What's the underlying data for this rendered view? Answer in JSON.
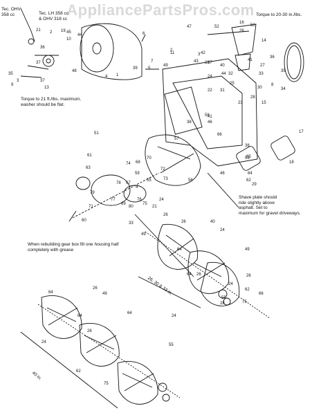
{
  "watermark": "AppliancePartsPros.com",
  "notes": {
    "tec_ohv": "Tec. OHV\n358 cc",
    "tec_lh": "Tec. LH 358 cc\n& OHV 318 cc",
    "torque_top": "Torque to 20-30 in./lbs.",
    "torque_21": "Torque to 21 ft./lbs. maximum,\nwasher should be flat.",
    "shave_plate": "Shave plate should\nride slightly above\nasphalt. Set to\nmaximum for gravel driveways.",
    "rebuild": "When rebuilding gear box fill one housing half\ncompletely with grease",
    "size_26_30": "26, 30 & 33 in.",
    "size_40": "40 in."
  },
  "callouts": [
    "21",
    "2",
    "19",
    "10",
    "36",
    "37",
    "35",
    "48",
    "3",
    "37",
    "13",
    "9",
    "45",
    "44",
    "4",
    "6",
    "39",
    "1",
    "2",
    "3",
    "37",
    "14",
    "50",
    "52",
    "26",
    "47",
    "43",
    "11",
    "42",
    "21",
    "40",
    "41",
    "44",
    "7",
    "5",
    "49",
    "38",
    "41",
    "38",
    "17",
    "46",
    "18",
    "53",
    "46",
    "34",
    "27",
    "36",
    "35",
    "30",
    "16",
    "8",
    "15",
    "23",
    "22",
    "25",
    "28",
    "31",
    "24",
    "33",
    "32",
    "29",
    "66",
    "64",
    "65",
    "62",
    "57",
    "58",
    "56",
    "55",
    "59",
    "73",
    "72",
    "70",
    "74",
    "63",
    "61",
    "51",
    "60",
    "78",
    "79",
    "77",
    "71",
    "69",
    "80",
    "76",
    "67",
    "68",
    "75",
    "4",
    "33",
    "21",
    "26",
    "49",
    "24",
    "26",
    "40",
    "24",
    "64",
    "64",
    "26",
    "49",
    "26",
    "24",
    "62",
    "55",
    "75",
    "66",
    "28",
    "64",
    "26",
    "49",
    "24",
    "84",
    "64",
    "24",
    "26",
    "62",
    "75",
    "55"
  ]
}
